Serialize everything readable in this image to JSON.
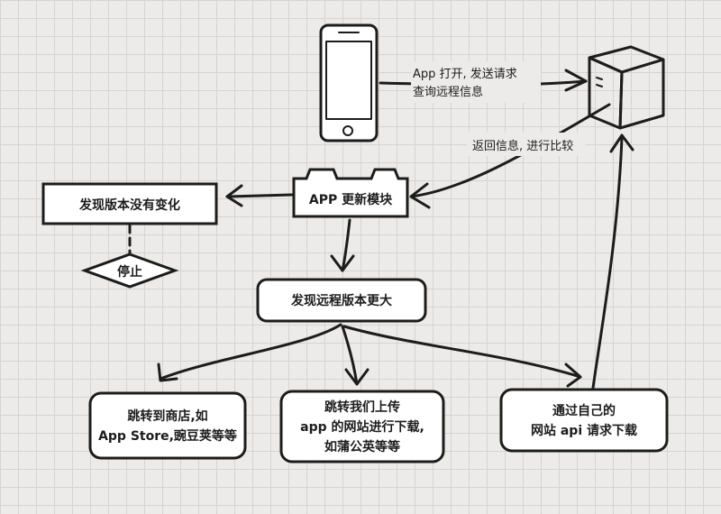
{
  "edges": {
    "send_request": [
      "App 打开, 发送请求",
      "查询远程信息"
    ],
    "return_info": "返回信息, 进行比较"
  },
  "nodes": {
    "update_module": "APP 更新模块",
    "no_change": "发现版本没有变化",
    "stop": "停止",
    "remote_bigger": "发现远程版本更大",
    "store": [
      "跳转到商店,如",
      "App Store,豌豆荚等等"
    ],
    "site": [
      "跳转我们上传",
      "app 的网站进行下载,",
      "如蒲公英等等"
    ],
    "api": [
      "通过自己的",
      "网站 api 请求下载"
    ]
  },
  "colors": {
    "ink": "#1c1c1c",
    "box_fill": "#ffffff",
    "background": "#ecebe9",
    "grid": "#d6d4d2"
  },
  "icons": {
    "client": "phone-icon",
    "server": "server-icon"
  }
}
